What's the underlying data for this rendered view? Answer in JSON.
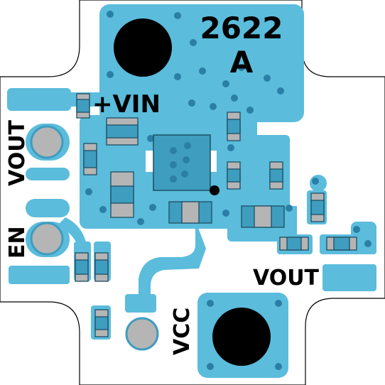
{
  "board": {
    "colors": {
      "outline": "#000000",
      "copper": "#5bbcdc",
      "copper_dark": "#3f9dbf",
      "via": "#2a7fa6",
      "hole": "#000000",
      "component_body": "#2f5f73",
      "component_end": "#c8c8c8",
      "test_pad": "#b5b5b5"
    },
    "labels": {
      "part_number": "2622",
      "revision": "A",
      "vin": "+VIN",
      "vout_left": "VOUT",
      "en": "EN",
      "vout_right": "VOUT",
      "vcc": "VCC"
    }
  }
}
